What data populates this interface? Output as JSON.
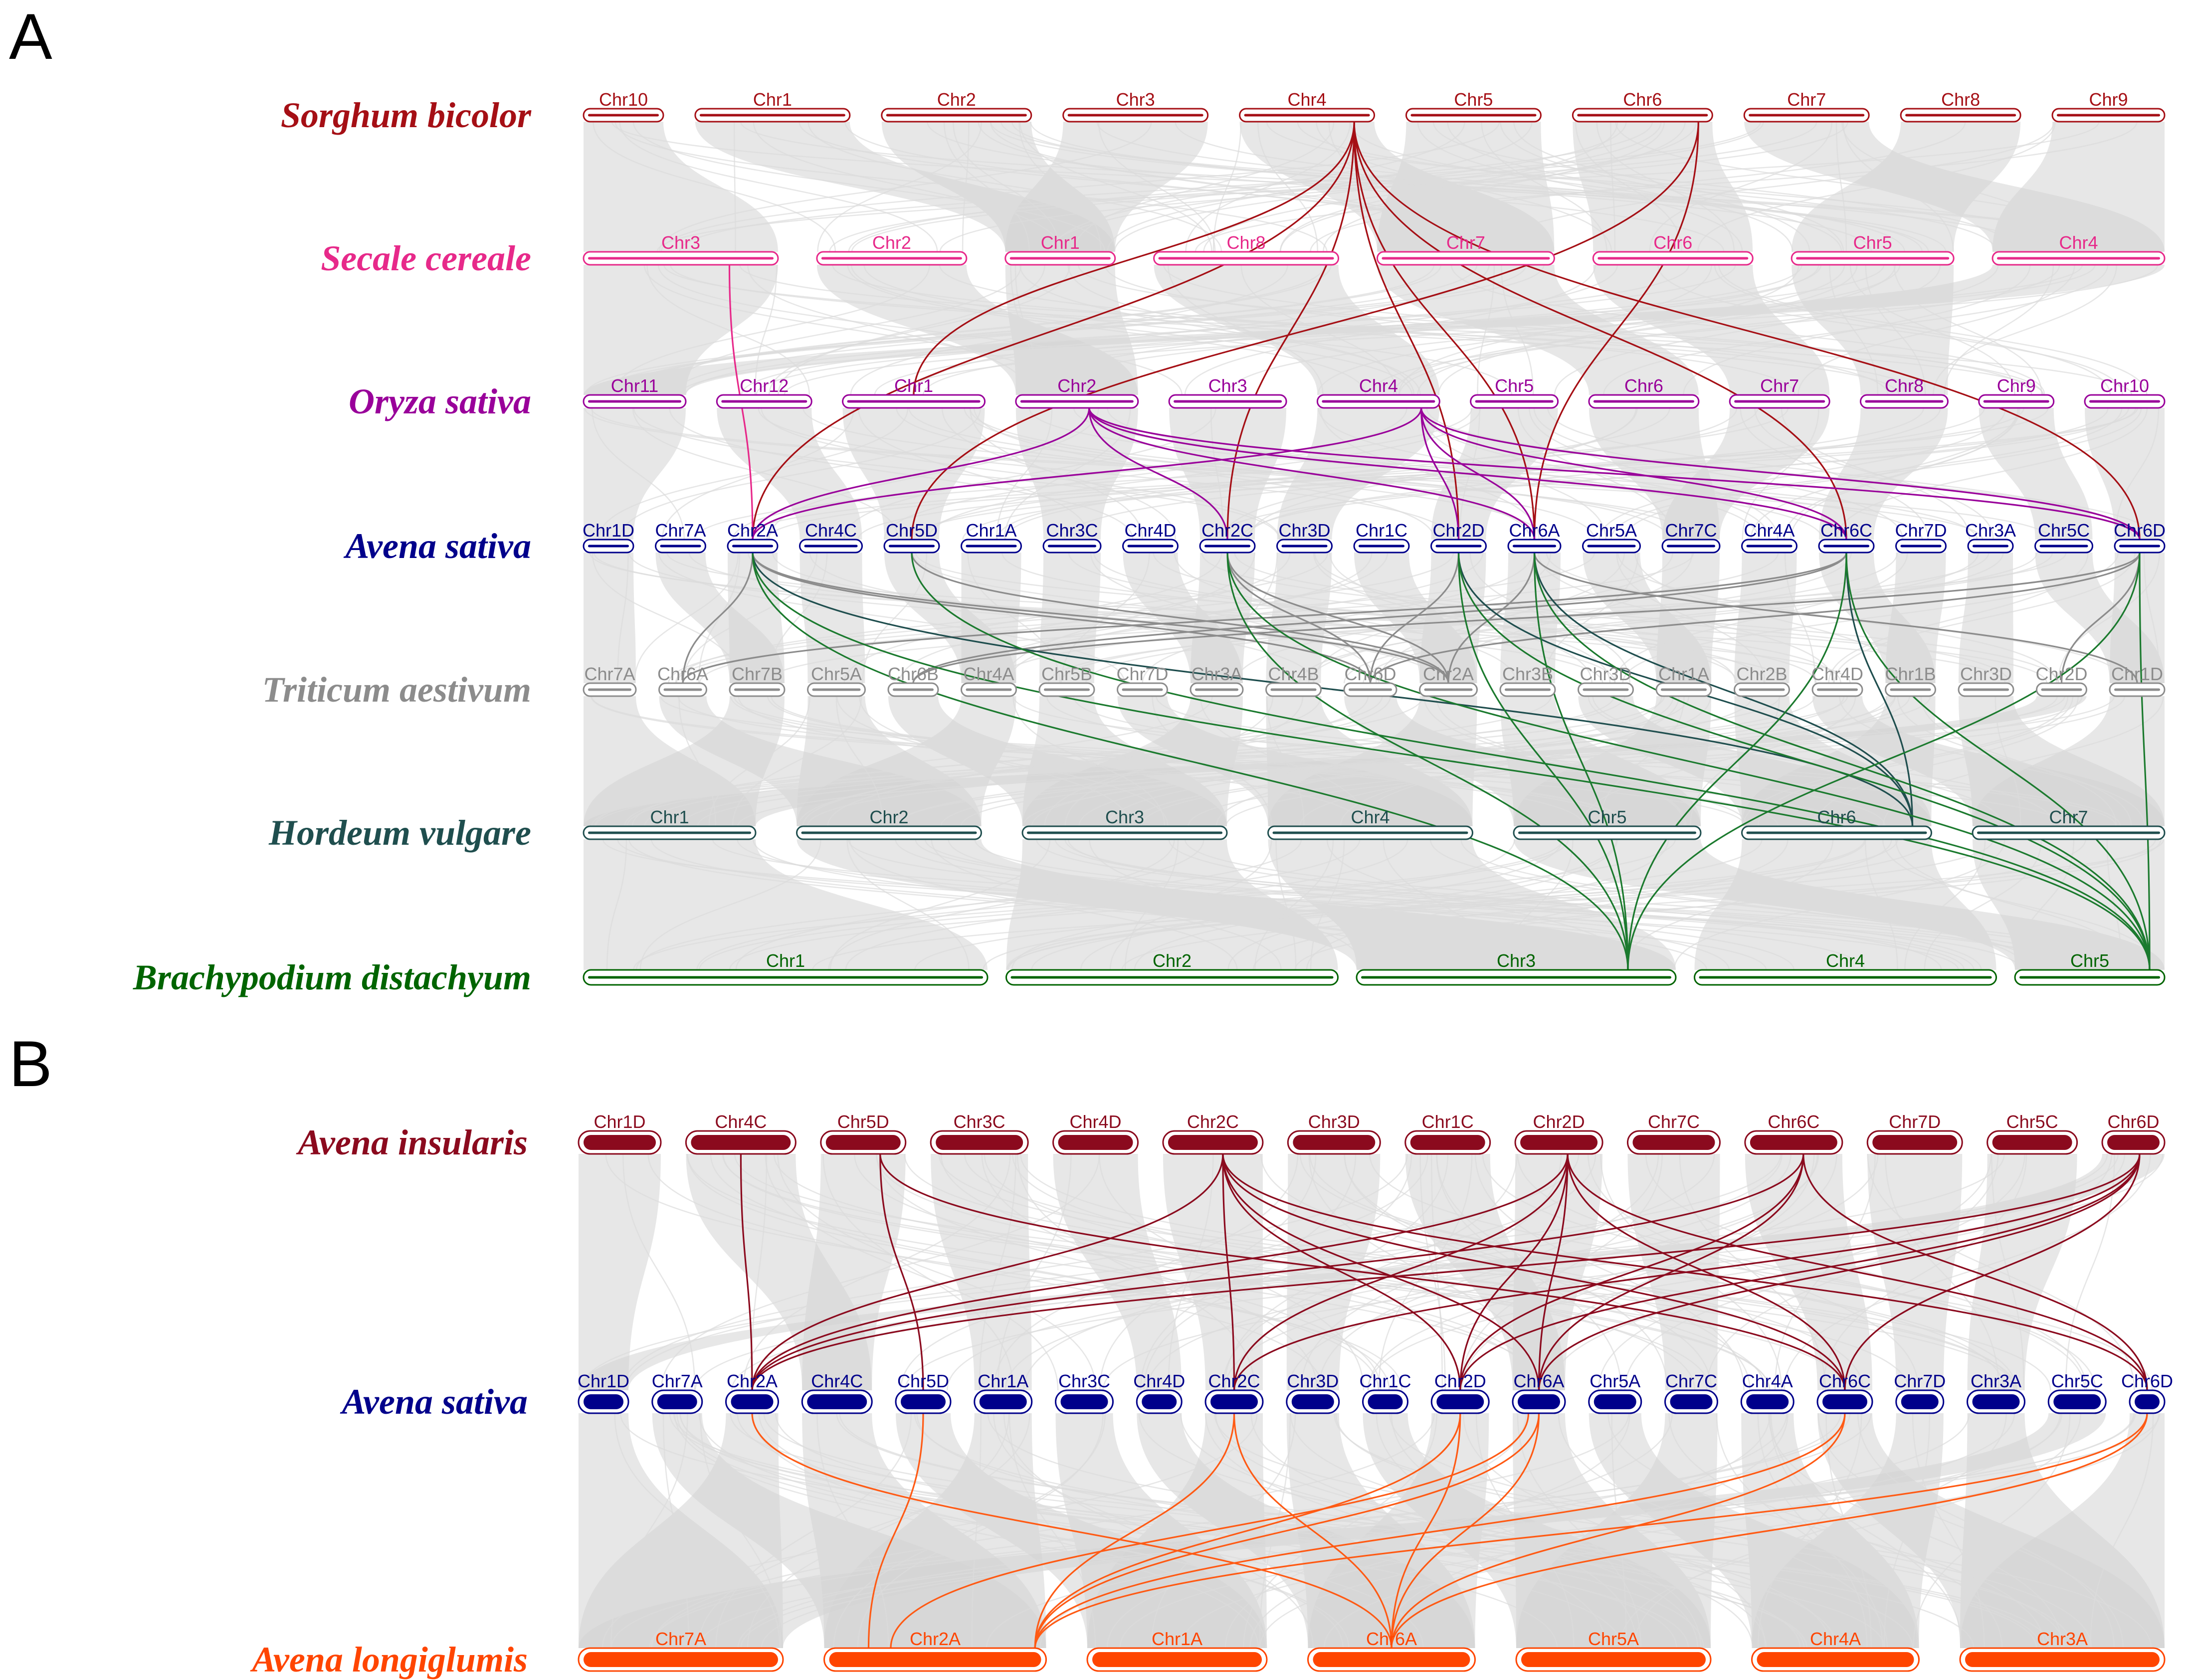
{
  "panels": [
    {
      "letter": "A",
      "tracks": [
        {
          "species": "Sorghum bicolor",
          "color": "#a50f15",
          "filled": false,
          "chrs": [
            "Chr10",
            "Chr1",
            "Chr2",
            "Chr3",
            "Chr4",
            "Chr5",
            "Chr6",
            "Chr7",
            "Chr8",
            "Chr9"
          ]
        },
        {
          "species": "Secale cereale",
          "color": "#e7298a",
          "filled": false,
          "chrs": [
            "Chr3",
            "Chr2",
            "Chr1",
            "Chr8",
            "Chr7",
            "Chr6",
            "Chr5",
            "Chr4"
          ]
        },
        {
          "species": "Oryza sativa",
          "color": "#99009a",
          "filled": false,
          "chrs": [
            "Chr11",
            "Chr12",
            "Chr1",
            "Chr2",
            "Chr3",
            "Chr4",
            "Chr5",
            "Chr6",
            "Chr7",
            "Chr8",
            "Chr9",
            "Chr10"
          ]
        },
        {
          "species": "Avena sativa",
          "color": "#00008b",
          "filled": false,
          "chrs": [
            "Chr1D",
            "Chr7A",
            "Chr2A",
            "Chr4C",
            "Chr5D",
            "Chr1A",
            "Chr3C",
            "Chr4D",
            "Chr2C",
            "Chr3D",
            "Chr1C",
            "Chr2D",
            "Chr6A",
            "Chr5A",
            "Chr7C",
            "Chr4A",
            "Chr6C",
            "Chr7D",
            "Chr3A",
            "Chr5C",
            "Chr6D"
          ]
        },
        {
          "species": "Triticum aestivum",
          "color": "#8c8c8c",
          "filled": false,
          "chrs": [
            "Chr7A",
            "Chr6A",
            "Chr7B",
            "Chr5A",
            "Chr6B",
            "Chr4A",
            "Chr5B",
            "Chr7D",
            "Chr3A",
            "Chr4B",
            "Chr6D",
            "Chr2A",
            "Chr3B",
            "Chr3D",
            "Chr1A",
            "Chr2B",
            "Chr4D",
            "Chr1B",
            "Chr3D",
            "Chr2D",
            "Chr1D"
          ]
        },
        {
          "species": "Hordeum vulgare",
          "color": "#1f4e4e",
          "filled": false,
          "chrs": [
            "Chr1",
            "Chr2",
            "Chr3",
            "Chr4",
            "Chr5",
            "Chr6",
            "Chr7"
          ]
        },
        {
          "species": "Brachypodium distachyum",
          "color": "#006400",
          "filled": false,
          "chrs": [
            "Chr1",
            "Chr2",
            "Chr3",
            "Chr4",
            "Chr5"
          ]
        }
      ]
    },
    {
      "letter": "B",
      "tracks": [
        {
          "species": "Avena insularis",
          "color": "#8b0a1e",
          "filled": true,
          "chrs": [
            "Chr1D",
            "Chr4C",
            "Chr5D",
            "Chr3C",
            "Chr4D",
            "Chr2C",
            "Chr3D",
            "Chr1C",
            "Chr2D",
            "Chr7C",
            "Chr6C",
            "Chr7D",
            "Chr5C",
            "Chr6D"
          ]
        },
        {
          "species": "Avena sativa",
          "color": "#00008b",
          "filled": true,
          "chrs": [
            "Chr1D",
            "Chr7A",
            "Chr2A",
            "Chr4C",
            "Chr5D",
            "Chr1A",
            "Chr3C",
            "Chr4D",
            "Chr2C",
            "Chr3D",
            "Chr1C",
            "Chr2D",
            "Chr6A",
            "Chr5A",
            "Chr7C",
            "Chr4A",
            "Chr6C",
            "Chr7D",
            "Chr3A",
            "Chr5C",
            "Chr6D"
          ]
        },
        {
          "species": "Avena longiglumis",
          "color": "#ff4500",
          "filled": true,
          "chrs": [
            "Chr7A",
            "Chr2A",
            "Chr1A",
            "Chr6A",
            "Chr5A",
            "Chr4A",
            "Chr3A"
          ]
        }
      ]
    }
  ]
}
